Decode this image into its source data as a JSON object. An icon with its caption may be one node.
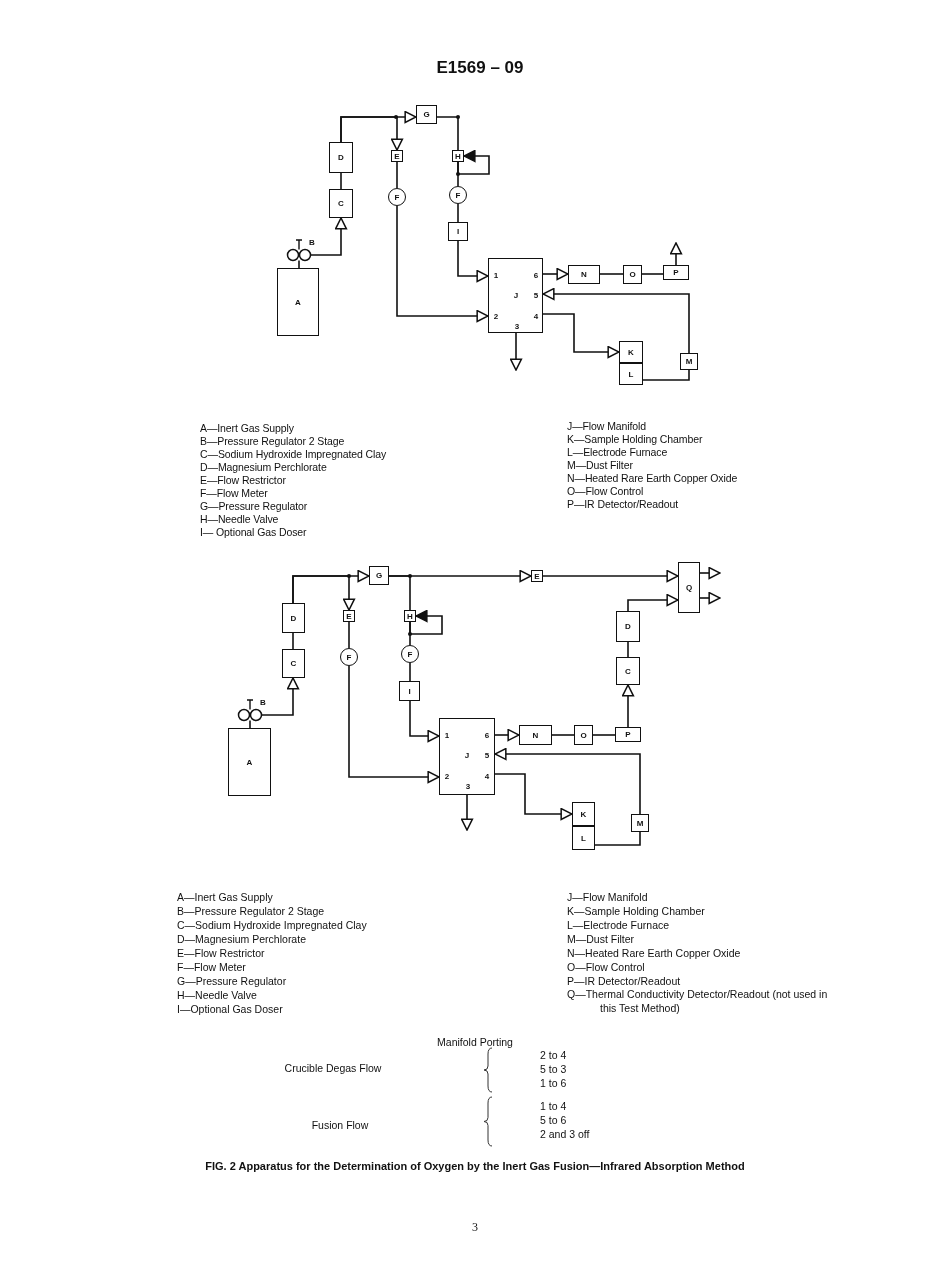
{
  "diagram": {
    "caption": "FIG. 2 Apparatus for the Determination of Oxygen by the Inert Gas Fusion—Infrared Absorption Method",
    "nodes": [
      {
        "text": [
          "A"
        ]
      },
      {
        "text": [
          "B"
        ]
      },
      {
        "text": [
          "C"
        ]
      },
      {
        "text": [
          "D"
        ]
      },
      {
        "text": [
          "E"
        ]
      },
      {
        "text": [
          "F"
        ]
      },
      {
        "text": [
          "G"
        ]
      },
      {
        "text": [
          "H"
        ]
      },
      {
        "text": [
          "F"
        ]
      },
      {
        "text": [
          "I"
        ]
      },
      {
        "text": [
          "1",
          "6",
          "J",
          "5",
          "2",
          "4",
          "3"
        ]
      },
      {
        "text": [
          "N"
        ]
      },
      {
        "text": [
          "O"
        ]
      },
      {
        "text": [
          "P"
        ]
      },
      {
        "text": [
          "K"
        ]
      },
      {
        "text": [
          "L"
        ]
      },
      {
        "text": [
          "M"
        ]
      },
      {
        "text": [
          "A"
        ]
      },
      {
        "text": [
          "B"
        ]
      },
      {
        "text": [
          "C"
        ]
      },
      {
        "text": [
          "D"
        ]
      },
      {
        "text": [
          "E"
        ]
      },
      {
        "text": [
          "F"
        ]
      },
      {
        "text": [
          "G"
        ]
      },
      {
        "text": [
          "H"
        ]
      },
      {
        "text": [
          "F"
        ]
      },
      {
        "text": [
          "I"
        ]
      },
      {
        "text": [
          "1",
          "6",
          "J",
          "5",
          "2",
          "4",
          "3"
        ]
      },
      {
        "text": [
          "E"
        ]
      },
      {
        "text": [
          "Q"
        ]
      },
      {
        "text": [
          "D"
        ]
      },
      {
        "text": [
          "C"
        ]
      },
      {
        "text": [
          "N"
        ]
      },
      {
        "text": [
          "O"
        ]
      },
      {
        "text": [
          "P"
        ]
      },
      {
        "text": [
          "K"
        ]
      },
      {
        "text": [
          "L"
        ]
      },
      {
        "text": [
          "M"
        ]
      }
    ],
    "edges": [
      {
        "from": 0,
        "to": 1,
        "arrow": "none"
      },
      {
        "from": 1,
        "to": 2,
        "arrow": "to"
      },
      {
        "from": 2,
        "to": 3,
        "arrow": "none"
      },
      {
        "from": 3,
        "to": 6,
        "arrow": "to"
      },
      {
        "from": 3,
        "to": 4,
        "arrow": "to"
      },
      {
        "from": 4,
        "to": 5,
        "arrow": "none"
      },
      {
        "from": 5,
        "to": 10,
        "arrow": "to"
      },
      {
        "from": 6,
        "to": 7,
        "arrow": "none"
      },
      {
        "from": 7,
        "to": 8,
        "arrow": "none"
      },
      {
        "from": 7,
        "to": 7,
        "arrow": "to"
      },
      {
        "from": 8,
        "to": 9,
        "arrow": "none"
      },
      {
        "from": 9,
        "to": 10,
        "arrow": "to"
      },
      {
        "from": 10,
        "to": 11,
        "arrow": "to"
      },
      {
        "from": 11,
        "to": 12,
        "arrow": "none"
      },
      {
        "from": 12,
        "to": 13,
        "arrow": "none"
      },
      {
        "from": 13,
        "to": null,
        "arrow": "to"
      },
      {
        "from": 10,
        "to": 14,
        "arrow": "to"
      },
      {
        "from": 16,
        "to": 10,
        "arrow": "to"
      },
      {
        "from": 15,
        "to": 16,
        "arrow": "none"
      },
      {
        "from": 10,
        "to": null,
        "arrow": "to"
      },
      {
        "from": 17,
        "to": 18,
        "arrow": "none"
      },
      {
        "from": 18,
        "to": 19,
        "arrow": "to"
      },
      {
        "from": 19,
        "to": 20,
        "arrow": "none"
      },
      {
        "from": 20,
        "to": 23,
        "arrow": "to"
      },
      {
        "from": 20,
        "to": 21,
        "arrow": "to"
      },
      {
        "from": 21,
        "to": 22,
        "arrow": "none"
      },
      {
        "from": 22,
        "to": 27,
        "arrow": "to"
      },
      {
        "from": 23,
        "to": 24,
        "arrow": "none"
      },
      {
        "from": 23,
        "to": 28,
        "arrow": "to"
      },
      {
        "from": 28,
        "to": 29,
        "arrow": "to"
      },
      {
        "from": 24,
        "to": 25,
        "arrow": "none"
      },
      {
        "from": 24,
        "to": 24,
        "arrow": "to"
      },
      {
        "from": 25,
        "to": 26,
        "arrow": "none"
      },
      {
        "from": 26,
        "to": 27,
        "arrow": "to"
      },
      {
        "from": 27,
        "to": 32,
        "arrow": "to"
      },
      {
        "from": 32,
        "to": 33,
        "arrow": "none"
      },
      {
        "from": 33,
        "to": 34,
        "arrow": "none"
      },
      {
        "from": 34,
        "to": 31,
        "arrow": "to"
      },
      {
        "from": 31,
        "to": 30,
        "arrow": "none"
      },
      {
        "from": 30,
        "to": 29,
        "arrow": "to"
      },
      {
        "from": 29,
        "to": null,
        "arrow": "to"
      },
      {
        "from": 29,
        "to": null,
        "arrow": "to"
      },
      {
        "from": 27,
        "to": 35,
        "arrow": "to"
      },
      {
        "from": 37,
        "to": 27,
        "arrow": "to"
      },
      {
        "from": 36,
        "to": 37,
        "arrow": "none"
      },
      {
        "from": 27,
        "to": null,
        "arrow": "to"
      }
    ],
    "labels": [
      "E1569 – 09",
      "A—Inert Gas Supply",
      "B—Pressure Regulator 2 Stage",
      "C—Sodium Hydroxide Impregnated Clay",
      "D—Magnesium Perchlorate",
      "E—Flow Restrictor",
      "F—Flow Meter",
      "G—Pressure Regulator",
      "H—Needle Valve",
      "I— Optional Gas Doser",
      "J—Flow Manifold",
      "K—Sample Holding Chamber",
      "L—Electrode Furnace",
      "M—Dust Filter",
      "N—Heated Rare Earth Copper Oxide",
      "O—Flow Control",
      "P—IR Detector/Readout",
      "A—Inert Gas Supply",
      "B—Pressure Regulator 2 Stage",
      "C—Sodium Hydroxide Impregnated Clay",
      "D—Magnesium Perchlorate",
      "E—Flow Restrictor",
      "F—Flow Meter",
      "G—Pressure Regulator",
      "H—Needle Valve",
      "I—Optional Gas Doser",
      "J—Flow Manifold",
      "K—Sample Holding Chamber",
      "L—Electrode Furnace",
      "M—Dust Filter",
      "N—Heated Rare Earth Copper Oxide",
      "O—Flow Control",
      "P—IR Detector/Readout",
      "Q—Thermal Conductivity Detector/Readout (not used in this Test Method)",
      "Manifold Porting",
      "Crucible Degas Flow",
      "2 to 4",
      "5 to 3",
      "1 to 6",
      "Fusion Flow",
      "1 to 4",
      "5 to 6",
      "2 and 3 off",
      "3"
    ]
  }
}
